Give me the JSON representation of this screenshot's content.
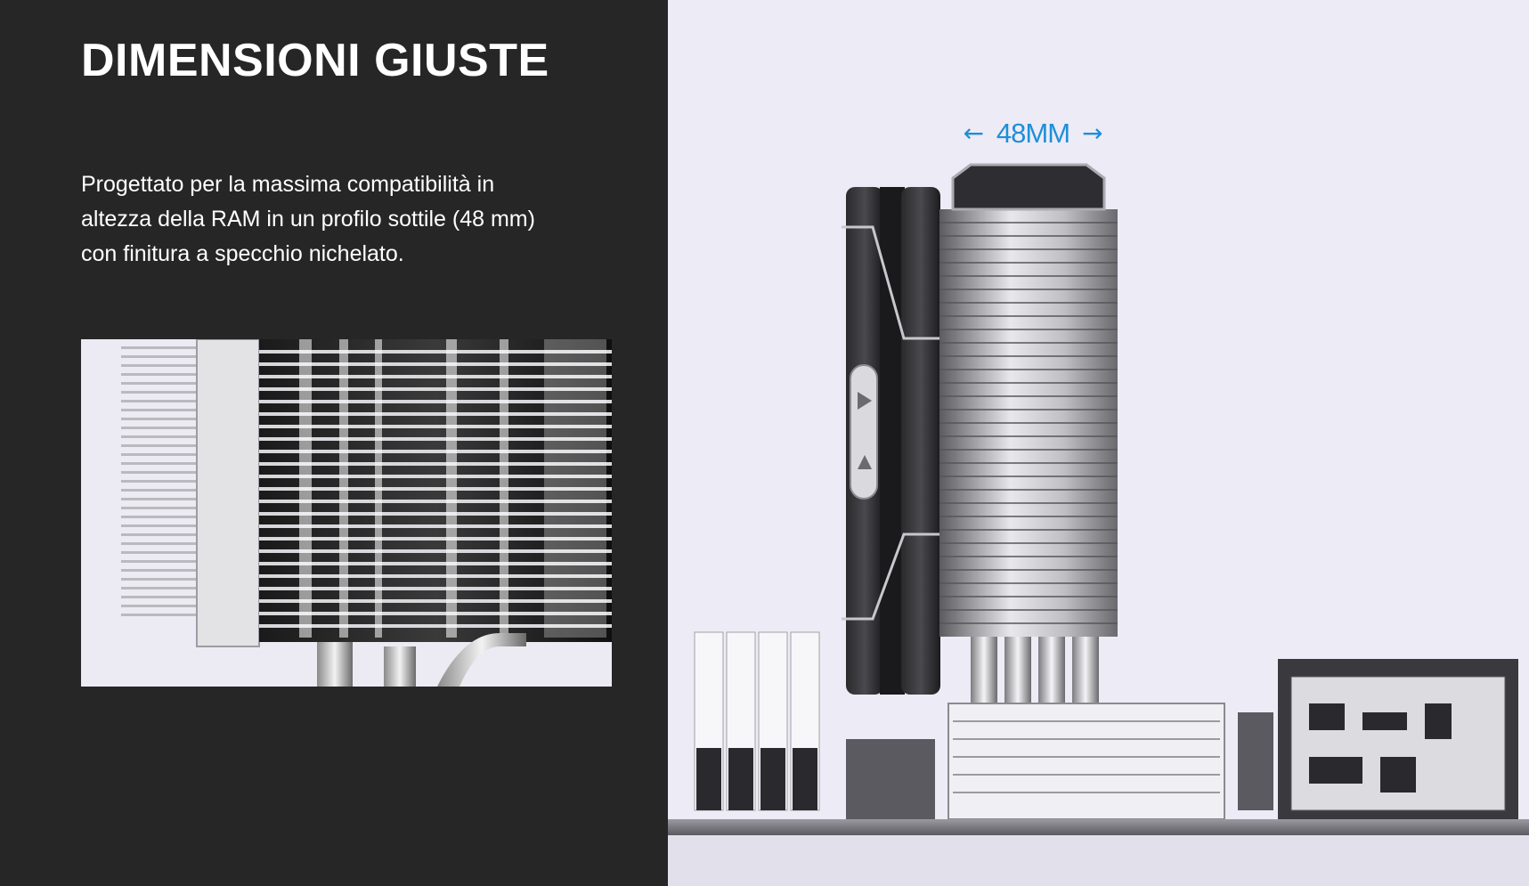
{
  "heading": {
    "title": "DIMENSIONI GIUSTE"
  },
  "body": {
    "description": "Progettato per la massima compatibilità in altezza della RAM in un profilo sottile (48 mm) con finitura a specchio nichelato."
  },
  "measurement": {
    "label": "48MM",
    "arrow_left": "←",
    "arrow_right": "→",
    "color": "#1e8fd8"
  },
  "colors": {
    "left_background": "#262627",
    "right_background": "#edebf6",
    "text": "#ffffff"
  },
  "icons": [
    "arrow-left-icon",
    "arrow-right-icon"
  ]
}
